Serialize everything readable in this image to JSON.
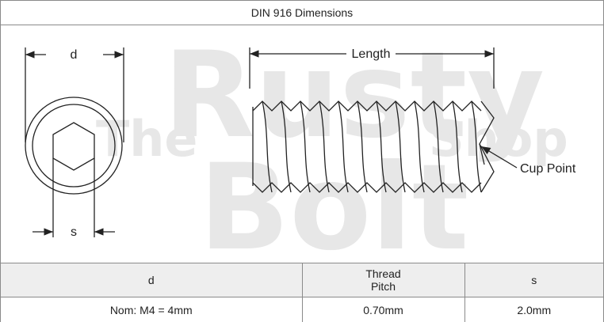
{
  "title": "DIN 916 Dimensions",
  "drawing": {
    "d_label": "d",
    "s_label": "s",
    "length_label": "Length",
    "cup_point_label": "Cup Point"
  },
  "watermark": {
    "line1_small_left": "The",
    "line1_big": "Rusty",
    "line1_small_right": "Shop",
    "line2_big": "Bolt"
  },
  "table": {
    "headers": [
      "d",
      "Thread Pitch",
      "s"
    ],
    "header_lines": [
      [
        "d"
      ],
      [
        "Thread",
        "Pitch"
      ],
      [
        "s"
      ]
    ],
    "rows": [
      [
        "Nom: M4 = 4mm",
        "0.70mm",
        "2.0mm"
      ]
    ]
  },
  "colors": {
    "border": "#8a8a8a",
    "header_bg": "#eeeeee",
    "line": "#222222",
    "watermark": "#e3e3e3"
  }
}
